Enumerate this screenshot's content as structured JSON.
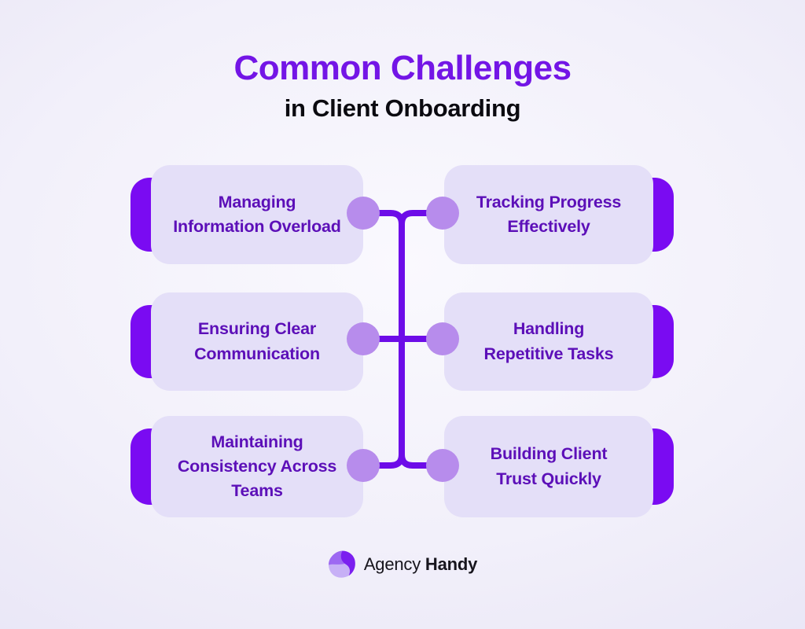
{
  "title": {
    "heading": "Common Challenges",
    "subheading": "in Client Onboarding"
  },
  "cards": [
    {
      "label": "Managing\nInformation Overload",
      "position": "top-left"
    },
    {
      "label": "Tracking Progress\nEffectively",
      "position": "top-right"
    },
    {
      "label": "Ensuring Clear\nCommunication",
      "position": "middle-left"
    },
    {
      "label": "Handling\nRepetitive Tasks",
      "position": "middle-right"
    },
    {
      "label": "Maintaining\nConsistency Across\nTeams",
      "position": "bottom-left"
    },
    {
      "label": "Building Client\nTrust Quickly",
      "position": "bottom-right"
    }
  ],
  "footer": {
    "brand_name_regular": "Agency ",
    "brand_name_bold": "Handy",
    "logo_icon": "agency-handy-pinwheel-logo"
  },
  "colors": {
    "title": "#7315E6",
    "subtitle": "#0B0A10",
    "card-bg": "#E4DFF8",
    "card-text": "#5C0FB8",
    "tab": "#7A0BF2",
    "connector": "#6D0CE8",
    "node": "#B78CEC",
    "bg-center": "#FAF9FE",
    "bg-edge": "#E8E5F6",
    "brand-text": "#17151D"
  }
}
